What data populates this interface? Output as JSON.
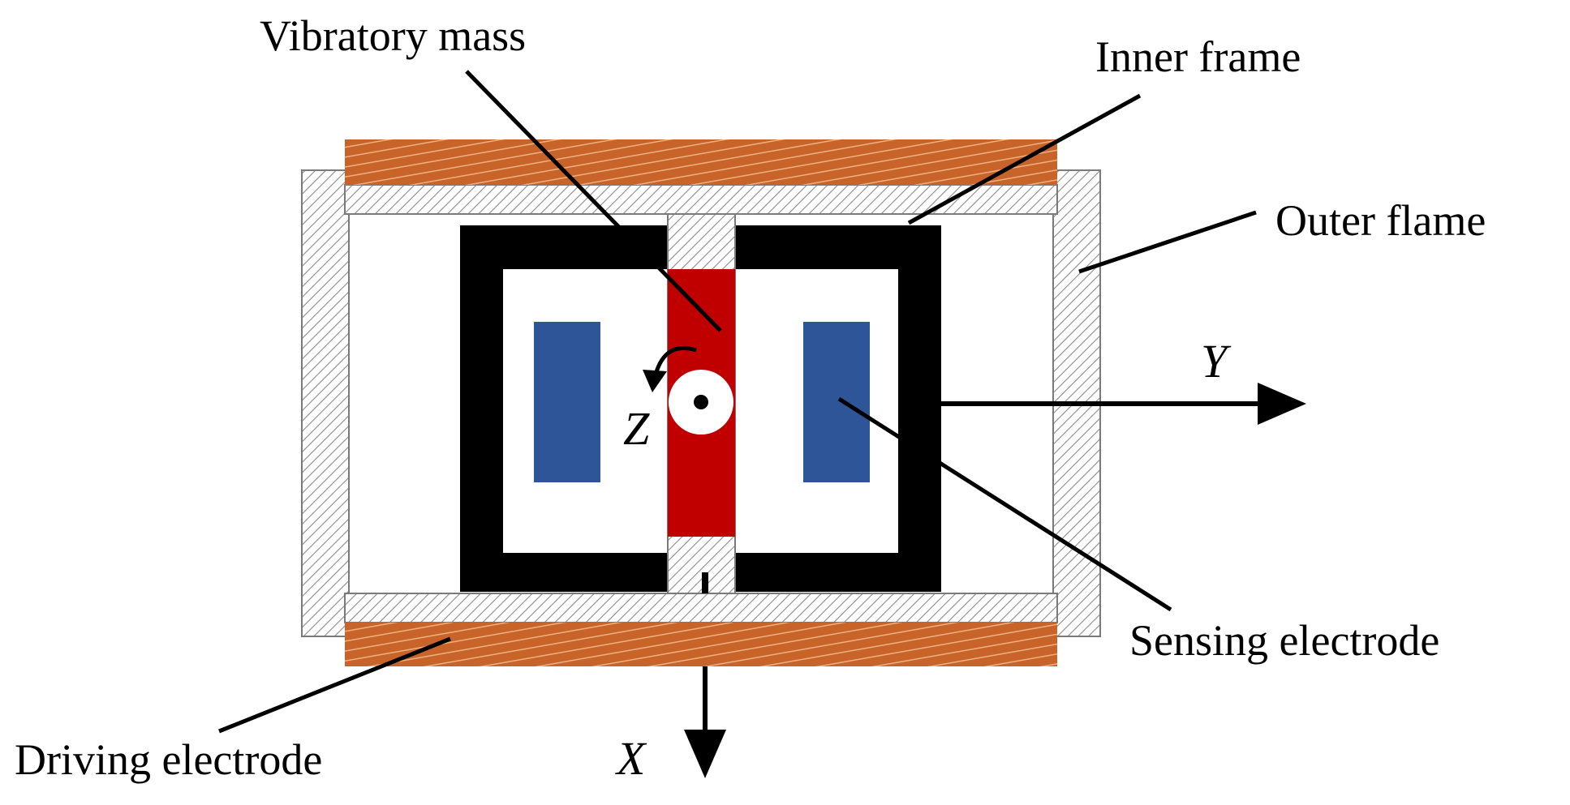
{
  "labels": {
    "vibratory_mass": "Vibratory mass",
    "inner_frame": "Inner frame",
    "outer_flame": "Outer flame",
    "sensing_electrode": "Sensing electrode",
    "driving_electrode": "Driving electrode"
  },
  "axes": {
    "x": "X",
    "y": "Y",
    "z": "Z"
  },
  "colors": {
    "electrode_copper": "#c8642a",
    "vibratory_mass": "#c00000",
    "sensing_electrode": "#2e5597",
    "frame": "#000000",
    "hatch": "#8a8a8a"
  }
}
